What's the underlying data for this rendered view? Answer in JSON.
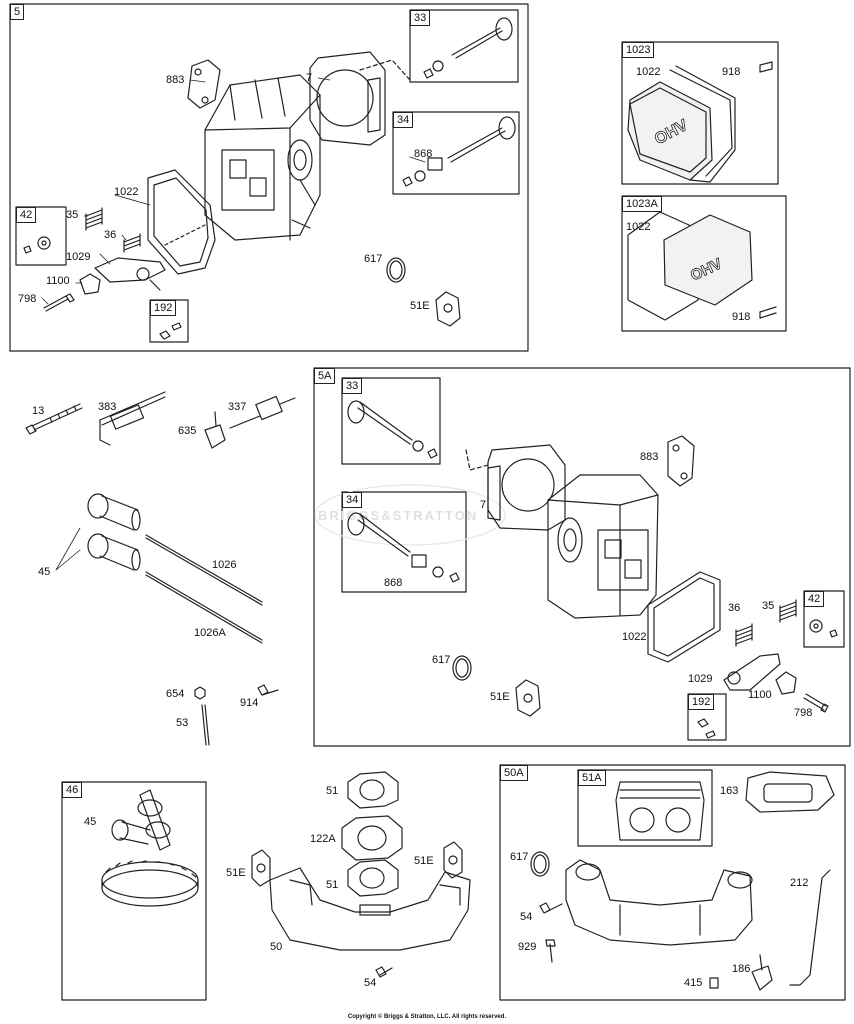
{
  "panels": {
    "p5": "5",
    "p1023": "1023",
    "p1023a": "1023A",
    "p5a": "5A",
    "p46": "46",
    "p50a": "50A"
  },
  "subboxes": {
    "b33a": "33",
    "b34a": "34",
    "b42a": "42",
    "b192a": "192",
    "b33b": "33",
    "b34b": "34",
    "b42b": "42",
    "b192b": "192",
    "b51a": "51A"
  },
  "labels": {
    "s1_883": "883",
    "s1_7": "7",
    "s1_868": "868",
    "s1_1022": "1022",
    "s1_35": "35",
    "s1_36": "36",
    "s1_1029": "1029",
    "s1_1100": "1100",
    "s1_798": "798",
    "s1_617": "617",
    "s1_51e": "51E",
    "c1_1022": "1022",
    "c1_918": "918",
    "c2_1022": "1022",
    "c2_918": "918",
    "m_13": "13",
    "m_383": "383",
    "m_337": "337",
    "m_635": "635",
    "m_45": "45",
    "m_1026": "1026",
    "m_1026a": "1026A",
    "m_654": "654",
    "m_914": "914",
    "m_53": "53",
    "s2_883": "883",
    "s2_7": "7",
    "s2_868": "868",
    "s2_36": "36",
    "s2_35": "35",
    "s2_1022": "1022",
    "s2_617": "617",
    "s2_51e": "51E",
    "s2_1029": "1029",
    "s2_1100": "1100",
    "s2_798": "798",
    "cam_45": "45",
    "ex_51": "51",
    "ex_122a": "122A",
    "ex_51b": "51",
    "ex_51e_l": "51E",
    "ex_51e_r": "51E",
    "ex_50": "50",
    "ex_54": "54",
    "e2_163": "163",
    "e2_617": "617",
    "e2_212": "212",
    "e2_54": "54",
    "e2_929": "929",
    "e2_186": "186",
    "e2_415": "415"
  },
  "cover_text": "OHV",
  "watermark": "BRIGGS&STRATTON",
  "copyright": "Copyright © Briggs & Stratton, LLC. All rights reserved."
}
